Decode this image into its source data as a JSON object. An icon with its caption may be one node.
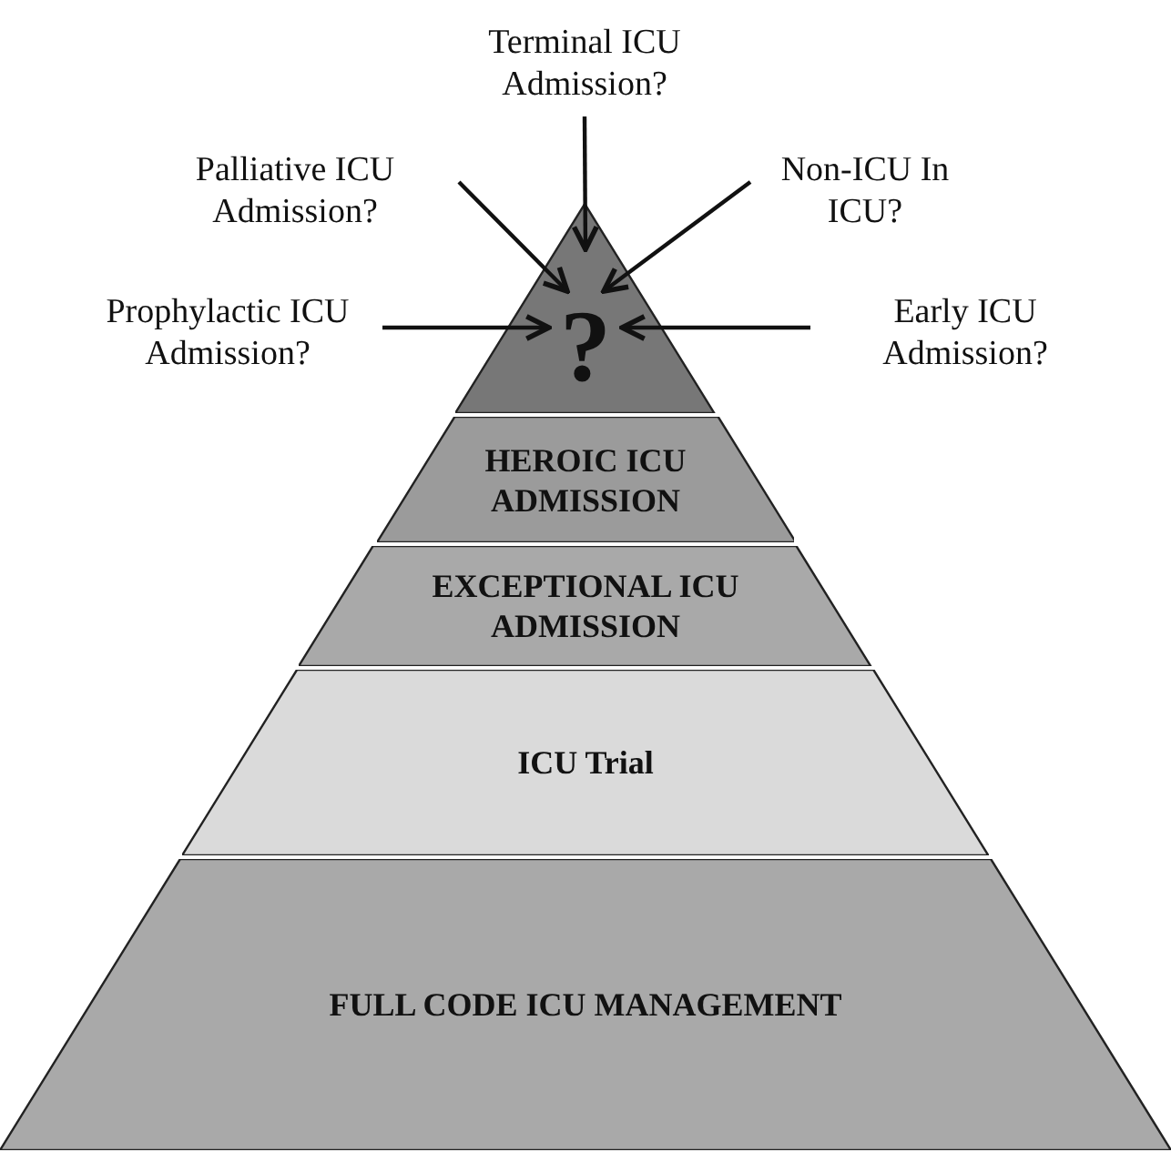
{
  "diagram": {
    "nodes": [
      {
        "text": [
          "Terminal ICU Admission?"
        ]
      },
      {
        "text": [
          "Palliative ICU Admission?"
        ]
      },
      {
        "text": [
          "Non-ICU In ICU?"
        ]
      },
      {
        "text": [
          "Prophylactic ICU Admission?"
        ]
      },
      {
        "text": [
          "Early ICU Admission?"
        ]
      },
      {
        "text": [
          "?"
        ]
      },
      {
        "text": [
          "HEROIC ICU ADMISSION"
        ]
      },
      {
        "text": [
          "EXCEPTIONAL ICU ADMISSION"
        ]
      },
      {
        "text": [
          "ICU Trial"
        ]
      },
      {
        "text": [
          "FULL CODE ICU MANAGEMENT"
        ]
      }
    ],
    "edges": [
      {
        "from": 0,
        "to": 5,
        "arrow": "to"
      },
      {
        "from": 1,
        "to": 5,
        "arrow": "to"
      },
      {
        "from": 2,
        "to": 5,
        "arrow": "to"
      },
      {
        "from": 3,
        "to": 5,
        "arrow": "to"
      },
      {
        "from": 4,
        "to": 5,
        "arrow": "to"
      }
    ]
  }
}
